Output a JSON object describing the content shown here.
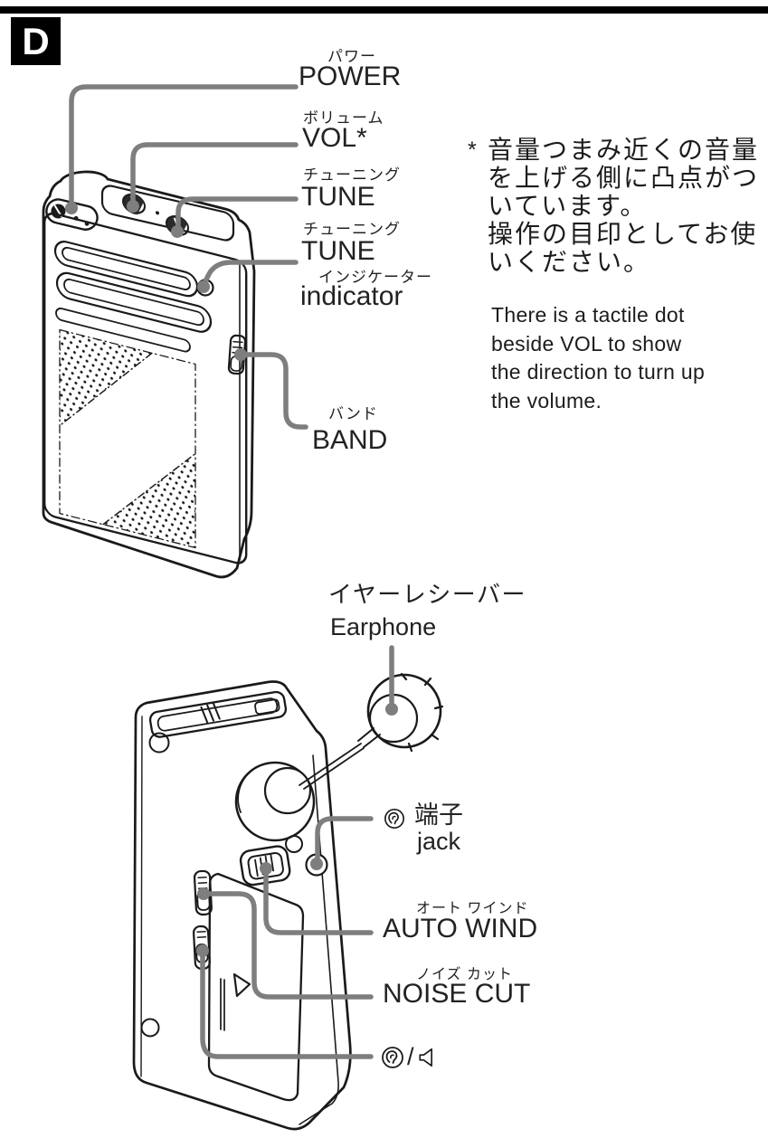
{
  "page": {
    "section_marker": "D"
  },
  "fig1": {
    "labels": {
      "power": {
        "ruby": "パワー",
        "text": "POWER"
      },
      "vol": {
        "ruby": "ボリューム",
        "text": "VOL*"
      },
      "tune": {
        "ruby": "チューニング",
        "text": "TUNE"
      },
      "tune_indicator": {
        "ruby": "チューニング",
        "text": "TUNE",
        "ruby2": "インジケーター",
        "text2": "indicator"
      },
      "band": {
        "ruby": "バンド",
        "text": "BAND"
      }
    },
    "note_ja": {
      "marker": "*",
      "lines": [
        "音量つまみ近くの音量",
        "を上げる側に凸点がつ",
        "いています。",
        "操作の目印としてお使",
        "いください。"
      ]
    },
    "note_en": {
      "lines": [
        "There is a tactile dot",
        "beside VOL to show",
        "the direction to turn up",
        "the volume."
      ]
    }
  },
  "fig2": {
    "labels": {
      "earphone": {
        "ja": "イヤーレシーバー",
        "en": "Earphone"
      },
      "jack": {
        "icon": "ear-icon",
        "ja": "端子",
        "en": "jack"
      },
      "auto_wind": {
        "ruby": "オート ワインド",
        "text": "AUTO WIND"
      },
      "noise_cut": {
        "ruby": "ノイズ カット",
        "text": "NOISE CUT"
      },
      "ear_speaker": {
        "icon1": "ear-icon",
        "separator": "/",
        "icon2": "speaker-icon"
      }
    }
  },
  "colors": {
    "callout": "#7e7e7e",
    "ink": "#1a1a1a",
    "background": "#ffffff"
  }
}
